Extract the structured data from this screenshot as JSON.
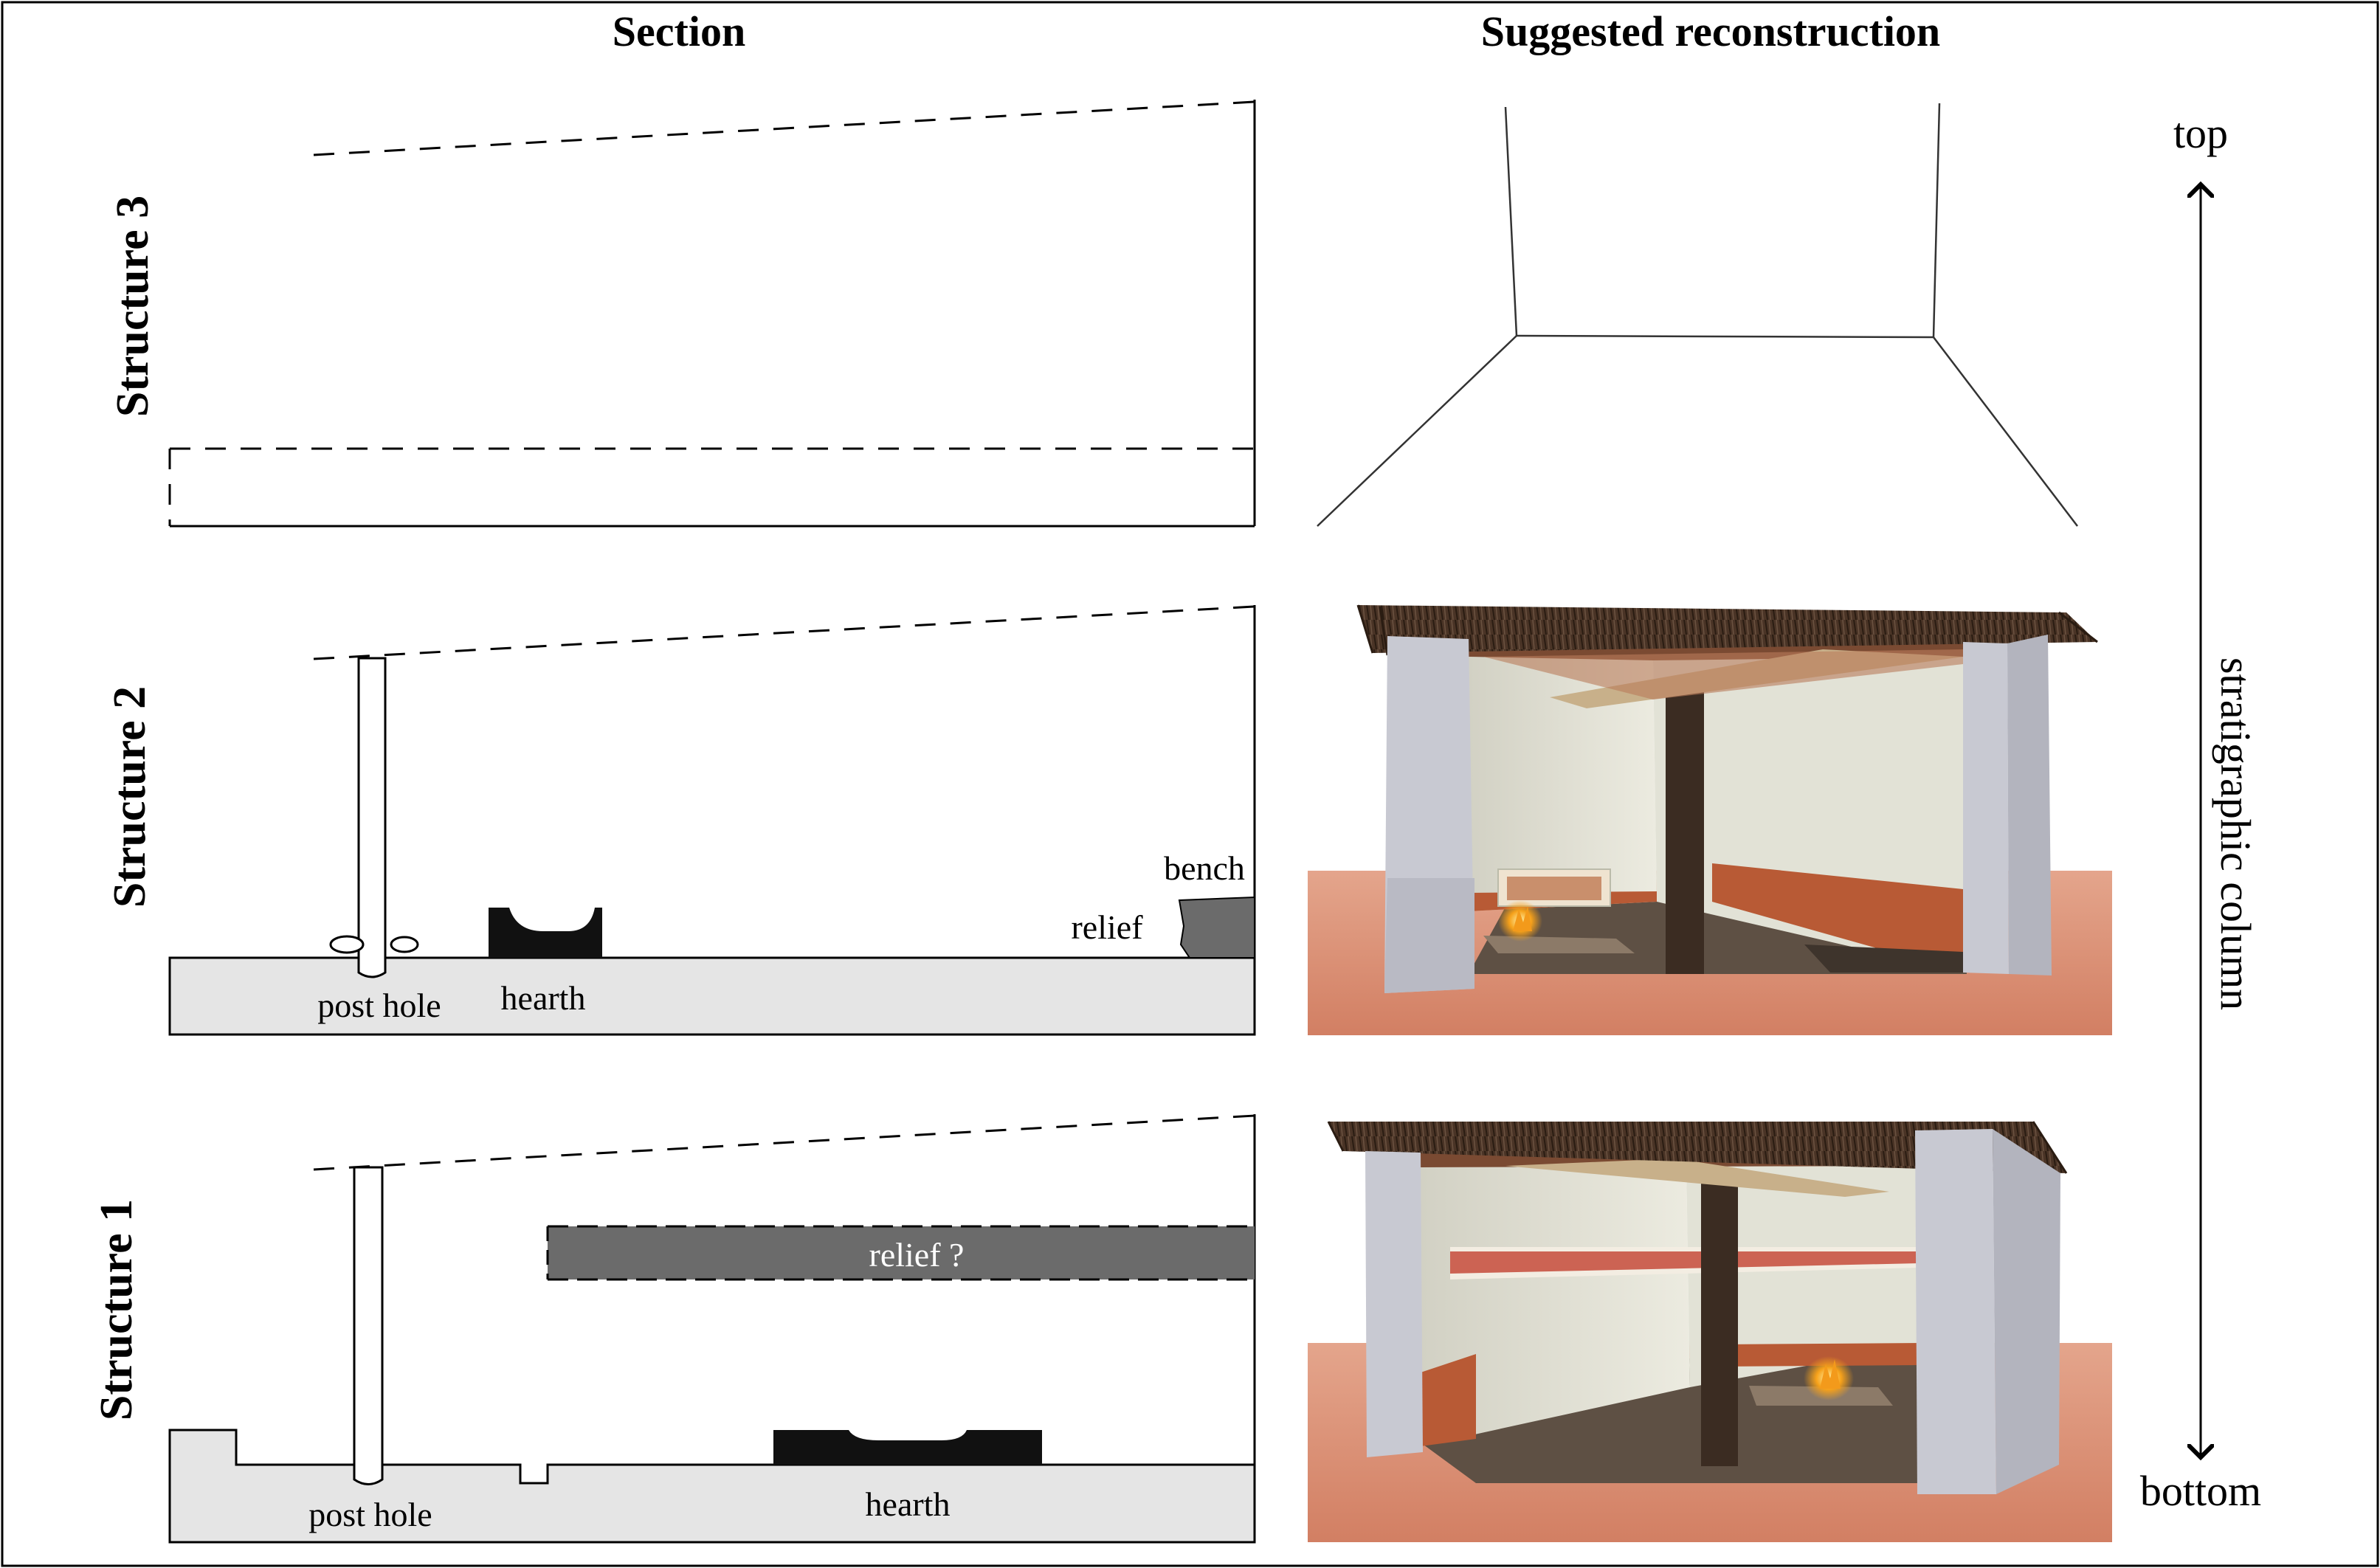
{
  "headers": {
    "section": "Section",
    "reconstruction": "Suggested reconstruction"
  },
  "rows": {
    "structure3": "Structure 3",
    "structure2": "Structure 2",
    "structure1": "Structure 1"
  },
  "stratigraphy": {
    "axis_label": "stratigraphic column",
    "top": "top",
    "bottom": "bottom"
  },
  "labels": {
    "s2_post_hole": "post hole",
    "s2_hearth": "hearth",
    "s2_bench": "bench",
    "s2_relief": "relief",
    "s1_relief": "relief ?",
    "s1_post_hole": "post hole",
    "s1_hearth": "hearth"
  },
  "colors": {
    "fill_floor": "#e5e5e5",
    "fill_dark": "#111111",
    "fill_relief": "#6b6b6b",
    "ground": "#d88f75",
    "wall_white": "#c8c9d2",
    "wall_inner": "#dcdcd0",
    "wall_red": "#b85a35",
    "roof": "#4a3426",
    "floor_inside": "#5e5044",
    "post": "#3b2c22"
  }
}
